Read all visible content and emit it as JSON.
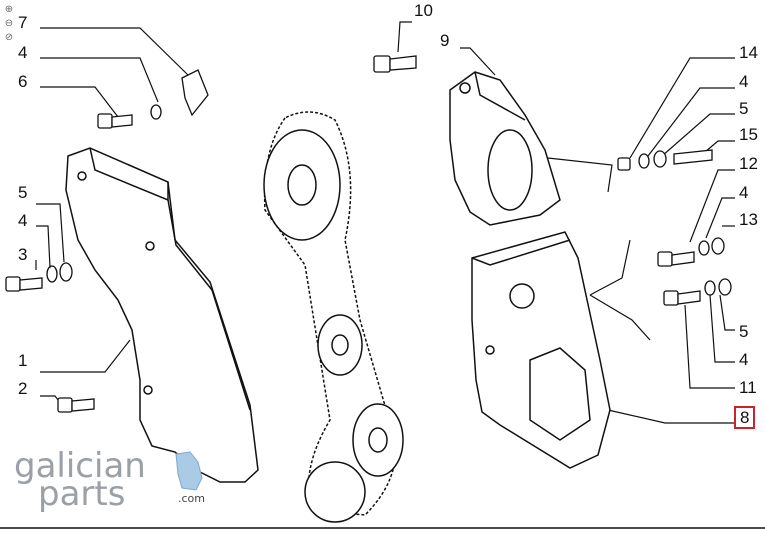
{
  "diagram": {
    "callouts": [
      "7",
      "4",
      "6",
      "5",
      "4",
      "3",
      "1",
      "2",
      "10",
      "9",
      "14",
      "4",
      "5",
      "15",
      "12",
      "4",
      "13",
      "5",
      "4",
      "11",
      "8"
    ],
    "highlighted_callout": "8",
    "highlight_color": "#c8242b"
  },
  "viewer": {
    "zoom_tools": [
      "zoom-in-icon",
      "zoom-out-icon",
      "zoom-reset-icon"
    ],
    "icon_symbols": [
      "⊕",
      "⊖",
      "⊘"
    ]
  },
  "watermark": {
    "brand_top": "galician",
    "brand_bottom": "parts",
    "domain": ".com",
    "color": "#9aa0a6"
  },
  "line_color": "#111111"
}
